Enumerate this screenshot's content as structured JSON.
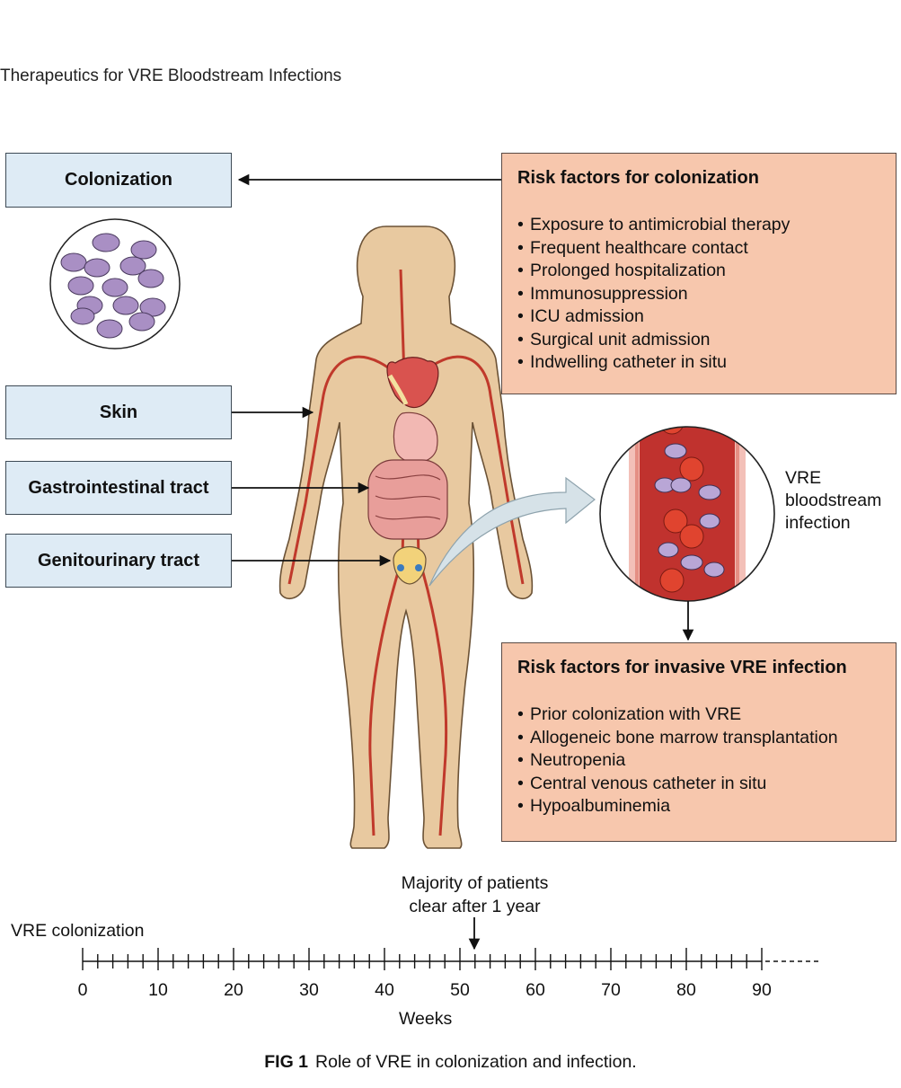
{
  "header": {
    "running_title": "Therapeutics for VRE Bloodstream Infections"
  },
  "sites": [
    {
      "label": "Colonization"
    },
    {
      "label": "Skin"
    },
    {
      "label": "Gastrointestinal tract"
    },
    {
      "label": "Genitourinary tract"
    }
  ],
  "colonization_risk": {
    "title": "Risk factors for colonization",
    "items": [
      "Exposure to antimicrobial therapy",
      "Frequent healthcare contact",
      "Prolonged hospitalization",
      "Immunosuppression",
      "ICU admission",
      "Surgical unit admission",
      "Indwelling catheter in situ"
    ]
  },
  "infection_risk": {
    "title": "Risk factors for invasive VRE infection",
    "items": [
      "Prior colonization with VRE",
      "Allogeneic bone marrow transplantation",
      "Neutropenia",
      "Central venous catheter in situ",
      "Hypoalbuminemia"
    ]
  },
  "bloodstream": {
    "line1": "VRE",
    "line2": "bloodstream",
    "line3": "infection"
  },
  "timeline": {
    "row_label": "VRE colonization",
    "axis_label": "Weeks",
    "ticks": [
      "0",
      "10",
      "20",
      "30",
      "40",
      "50",
      "60",
      "70",
      "80",
      "90"
    ],
    "annotation_line1": "Majority of patients",
    "annotation_line2": "clear after 1 year"
  },
  "caption": {
    "fig": "FIG 1",
    "text": "Role of VRE in colonization and infection."
  },
  "colors": {
    "site_box": "#deebf5",
    "risk_box": "#f7c7ad",
    "skin": "#e8c9a0",
    "vessel": "#c0392b",
    "bacteria": "#a98fc4"
  }
}
